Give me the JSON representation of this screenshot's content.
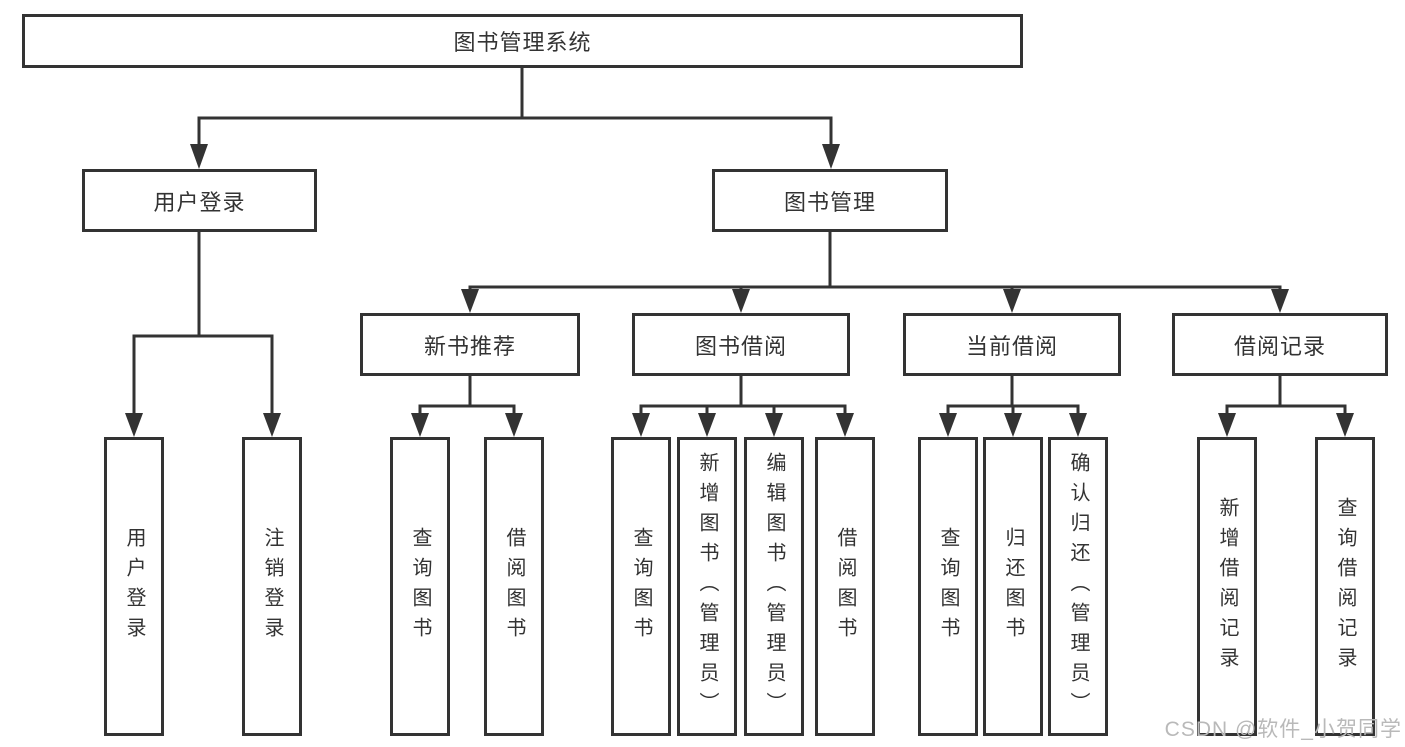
{
  "colors": {
    "line": "#333333",
    "box_border": "#333333",
    "text": "#333333",
    "background": "#ffffff",
    "watermark": "#b9b9b9"
  },
  "diagram": {
    "type": "hierarchy-tree",
    "root": {
      "label": "图书管理系统"
    },
    "level2": [
      {
        "label": "用户登录"
      },
      {
        "label": "图书管理"
      }
    ],
    "level3": [
      {
        "label": "新书推荐",
        "parent": "图书管理"
      },
      {
        "label": "图书借阅",
        "parent": "图书管理"
      },
      {
        "label": "当前借阅",
        "parent": "图书管理"
      },
      {
        "label": "借阅记录",
        "parent": "图书管理"
      }
    ],
    "leaves": [
      {
        "label": "用户登录",
        "parent": "用户登录"
      },
      {
        "label": "注销登录",
        "parent": "用户登录"
      },
      {
        "label": "查询图书",
        "parent": "新书推荐"
      },
      {
        "label": "借阅图书",
        "parent": "新书推荐"
      },
      {
        "label": "查询图书",
        "parent": "图书借阅"
      },
      {
        "label": "新增图书（管理员）",
        "parent": "图书借阅"
      },
      {
        "label": "编辑图书（管理员）",
        "parent": "图书借阅"
      },
      {
        "label": "借阅图书",
        "parent": "图书借阅"
      },
      {
        "label": "查询图书",
        "parent": "当前借阅"
      },
      {
        "label": "归还图书",
        "parent": "当前借阅"
      },
      {
        "label": "确认归还（管理员）",
        "parent": "当前借阅"
      },
      {
        "label": "新增借阅记录",
        "parent": "借阅记录"
      },
      {
        "label": "查询借阅记录",
        "parent": "借阅记录"
      }
    ]
  },
  "watermark": {
    "label": "CSDN @软件_小贺同学"
  }
}
